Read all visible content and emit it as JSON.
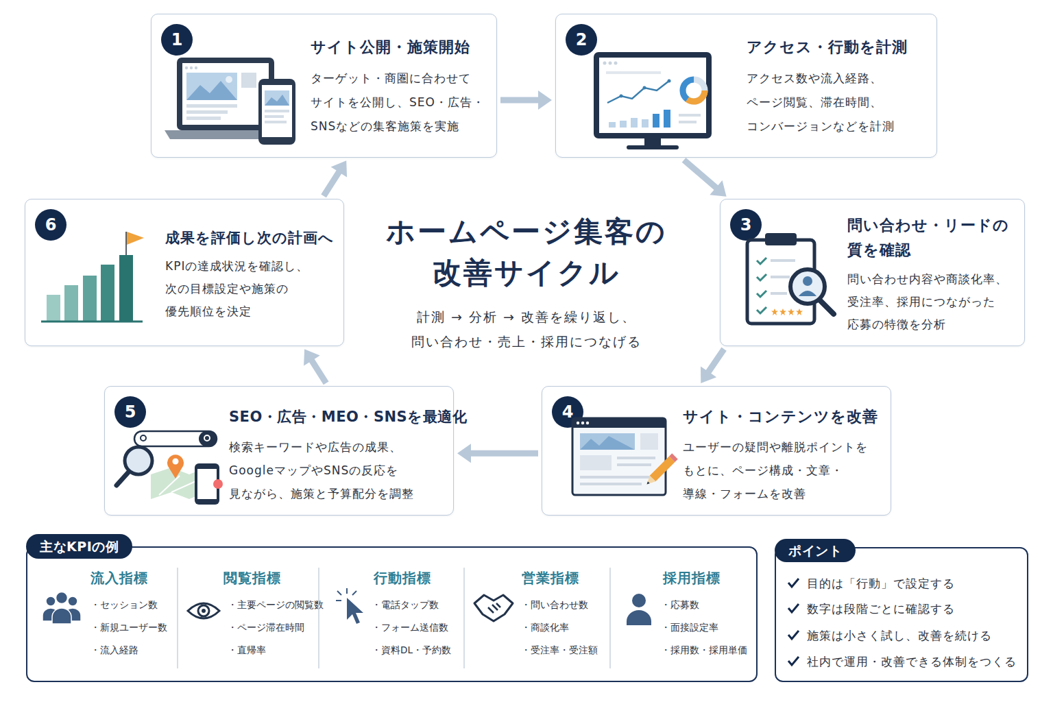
{
  "diagram": {
    "title": "ホームページ集客の 改善サイクル",
    "caption": "計測 → 分析 → 改善を繰り返し、 問い合わせ・売上・採用につなげる",
    "nodes": [
      {
        "text": [
          "サイト公開・施策開始",
          "ターゲット・商圏に合わせて サイトを公開し、SEO・広告・ SNSなどの集客施策を実施"
        ]
      },
      {
        "text": [
          "1"
        ],
        "in": 0
      },
      {
        "text": [
          "アクセス・行動を計測",
          "アクセス数や流入経路、 ページ閲覧、滞在時間、 コンバージョンなどを計測"
        ]
      },
      {
        "text": [
          "2"
        ],
        "in": 2
      },
      {
        "text": [
          "問い合わせ・リードの 質を確認",
          "問い合わせ内容や商談化率、 受注率、採用につながった 応募の特徴を分析"
        ]
      },
      {
        "text": [
          "3"
        ],
        "in": 4
      },
      {
        "text": [
          "サイト・コンテンツを改善",
          "ユーザーの疑問や離脱ポイントを もとに、ページ構成・文章・ 導線・フォームを改善"
        ]
      },
      {
        "text": [
          "4"
        ],
        "in": 6
      },
      {
        "text": [
          "SEO・広告・MEO・SNSを最適化",
          "検索キーワードや広告の成果、 GoogleマップやSNSの反応を 見ながら、施策と予算配分を調整"
        ]
      },
      {
        "text": [
          "5"
        ],
        "in": 8
      },
      {
        "text": [
          "成果を評価し次の計画へ",
          "KPIの達成状況を確認し、 次の目標設定や施策の 優先順位を決定"
        ]
      },
      {
        "text": [
          "6"
        ],
        "in": 10
      },
      {
        "text": [
          "主なKPIの例",
          "流入指標",
          "・セッション数",
          "・新規ユーザー数",
          "・流入経路",
          "閲覧指標",
          "・主要ページの閲覧数",
          "・ページ滞在時間",
          "・直帰率",
          "行動指標",
          "・電話タップ数",
          "・フォーム送信数",
          "・資料DL・予約数",
          "営業指標",
          "・問い合わせ数",
          "・商談化率",
          "・受注率・受注額",
          "採用指標",
          "・応募数",
          "・面接設定率",
          "・採用数・採用単価"
        ]
      },
      {
        "text": [
          "ポイント",
          "目的は「行動」で設定する",
          "数字は段階ごとに確認する",
          "施策は小さく試し、改善を続ける",
          "社内で運用・改善できる体制をつくる"
        ]
      }
    ],
    "edges": [
      {
        "from": 0,
        "to": 2,
        "arrow": "to"
      },
      {
        "from": 2,
        "to": 4,
        "arrow": "to"
      },
      {
        "from": 4,
        "to": 6,
        "arrow": "to"
      },
      {
        "from": 6,
        "to": 8,
        "arrow": "to"
      },
      {
        "from": 8,
        "to": 10,
        "arrow": "to"
      },
      {
        "from": 10,
        "to": 0,
        "arrow": "to"
      }
    ]
  }
}
